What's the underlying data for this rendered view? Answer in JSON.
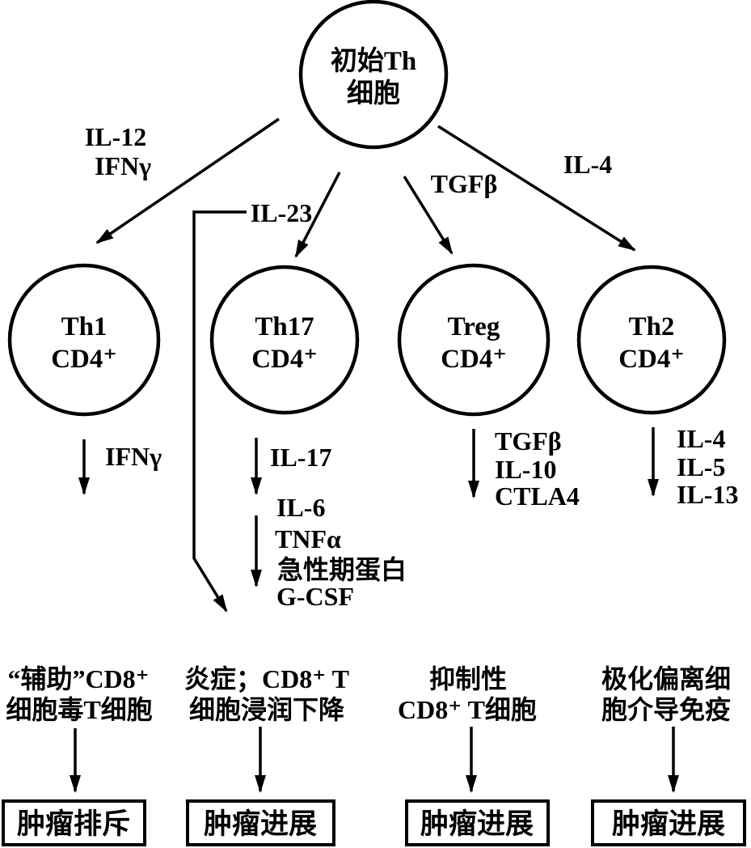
{
  "nodes": {
    "naive": {
      "line1": "初始Th",
      "line2": "细胞"
    },
    "th1": {
      "line1": "Th1",
      "line2": "CD4⁺"
    },
    "th17": {
      "line1": "Th17",
      "line2": "CD4⁺"
    },
    "treg": {
      "line1": "Treg",
      "line2": "CD4⁺"
    },
    "th2": {
      "line1": "Th2",
      "line2": "CD4⁺"
    }
  },
  "signals": {
    "il12": "IL-12",
    "ifng": "IFNγ",
    "il23": "IL-23",
    "tgfb": "TGFβ",
    "il4": "IL-4"
  },
  "outputs": {
    "th1": [
      "IFNγ"
    ],
    "th17a": [
      "IL-17"
    ],
    "th17b": [
      "IL-6",
      "TNFα",
      "急性期蛋白",
      "G-CSF"
    ],
    "treg": [
      "TGFβ",
      "IL-10",
      "CTLA4"
    ],
    "th2": [
      "IL-4",
      "IL-5",
      "IL-13"
    ]
  },
  "effects": [
    {
      "line1": "“辅助”CD8⁺",
      "line2": "细胞毒T细胞"
    },
    {
      "line1": "炎症；CD8⁺ T",
      "line2": "细胞浸润下降"
    },
    {
      "line1": "抑制性",
      "line2": "CD8⁺ T细胞"
    },
    {
      "line1": "极化偏离细",
      "line2": "胞介导免疫"
    }
  ],
  "outcomes": [
    "肿瘤排斥",
    "肿瘤进展",
    "肿瘤进展",
    "肿瘤进展"
  ],
  "colors": {
    "ink": "#000000",
    "background": "#ffffff"
  }
}
